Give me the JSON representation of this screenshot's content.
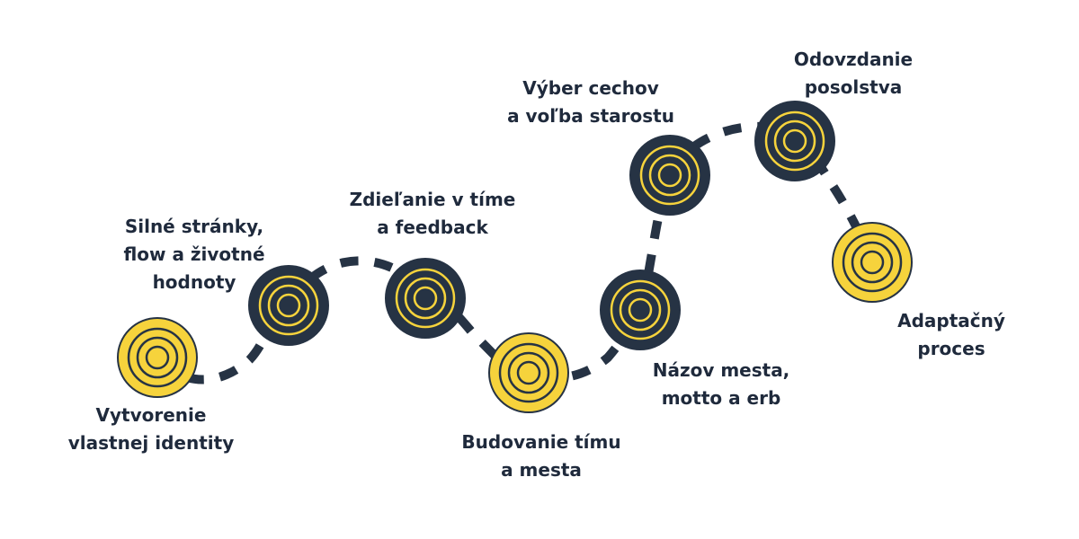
{
  "colors": {
    "dark": "#263344",
    "yellow": "#f6d33c",
    "text": "#1f2a3c",
    "background": "#ffffff"
  },
  "steps": [
    {
      "id": "identity",
      "lines": [
        "Vytvorenie",
        "vlastnej identity"
      ],
      "style": "yellow"
    },
    {
      "id": "strengths",
      "lines": [
        "Silné stránky,",
        "flow a životné",
        "hodnoty"
      ],
      "style": "dark"
    },
    {
      "id": "sharing",
      "lines": [
        "Zdieľanie v tíme",
        "a feedback"
      ],
      "style": "dark"
    },
    {
      "id": "team-building",
      "lines": [
        "Budovanie tímu",
        "a mesta"
      ],
      "style": "yellow"
    },
    {
      "id": "town-name",
      "lines": [
        "Názov mesta,",
        "motto a erb"
      ],
      "style": "dark"
    },
    {
      "id": "guilds",
      "lines": [
        "Výber cechov",
        "a voľba starostu"
      ],
      "style": "dark"
    },
    {
      "id": "message",
      "lines": [
        "Odovzdanie",
        "posolstva"
      ],
      "style": "dark"
    },
    {
      "id": "adaptation",
      "lines": [
        "Adaptačný",
        "proces"
      ],
      "style": "yellow"
    }
  ]
}
